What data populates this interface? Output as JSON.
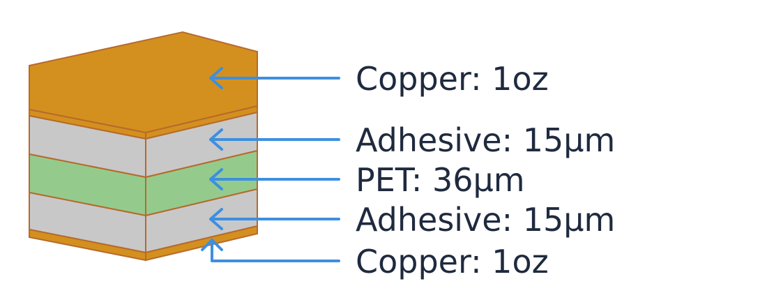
{
  "colors": {
    "copper_top": "#d4901e",
    "copper_edge": "#b8691f",
    "adhesive": "#c8c8c8",
    "pet": "#94cb8d",
    "outline": "#b66a2c",
    "arrow": "#3d8fe0",
    "text": "#1f2a3f"
  },
  "layers": [
    {
      "name": "copper-top",
      "label": "Copper: 1oz",
      "material": "copper"
    },
    {
      "name": "adhesive-top",
      "label": "Adhesive: 15μm",
      "material": "adhesive"
    },
    {
      "name": "pet",
      "label": "PET: 36μm",
      "material": "pet"
    },
    {
      "name": "adhesive-bottom",
      "label": "Adhesive: 15μm",
      "material": "adhesive"
    },
    {
      "name": "copper-bottom",
      "label": "Copper: 1oz",
      "material": "copper"
    }
  ]
}
